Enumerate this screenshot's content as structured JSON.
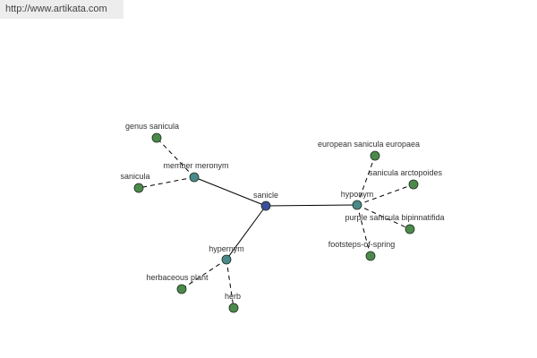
{
  "watermark": "http://www.artikata.com",
  "colors": {
    "root_node": "#3b4f9c",
    "relation_node": "#4a8a8a",
    "leaf_node": "#4c8a4c",
    "node_stroke": "#1e2e1e",
    "edge": "#000000"
  },
  "graph": {
    "root": {
      "id": "sanicle",
      "label": "sanicle"
    },
    "relations": [
      {
        "id": "member-meronym",
        "label": "member meronym",
        "leaves": [
          {
            "id": "genus-sanicula",
            "label": "genus sanicula"
          },
          {
            "id": "sanicula",
            "label": "sanicula"
          }
        ]
      },
      {
        "id": "hyponym",
        "label": "hyponym",
        "leaves": [
          {
            "id": "european-sanicula-europaea",
            "label": "european sanicula europaea"
          },
          {
            "id": "sanicula-arctopoides",
            "label": "sanicula arctopoides"
          },
          {
            "id": "purple-sanicula-bipinnatifida",
            "label": "purple sanicula bipinnatifida"
          },
          {
            "id": "footsteps-of-spring",
            "label": "footsteps-of-spring"
          }
        ]
      },
      {
        "id": "hypernym",
        "label": "hypernym",
        "leaves": [
          {
            "id": "herbaceous-plant",
            "label": "herbaceous plant"
          },
          {
            "id": "herb",
            "label": "herb"
          }
        ]
      }
    ]
  }
}
